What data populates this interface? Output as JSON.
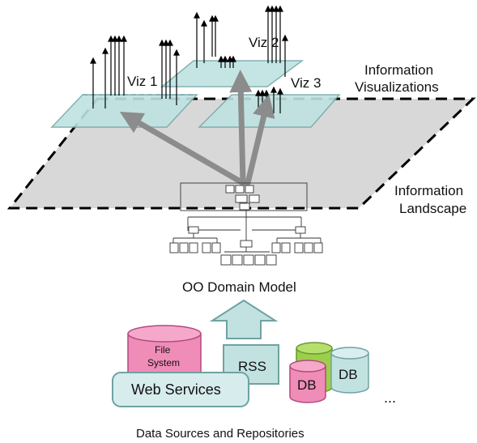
{
  "labels": {
    "viz1": "Viz 1",
    "viz2": "Viz 2",
    "viz3": "Viz 3",
    "info_vis_line1": "Information",
    "info_vis_line2": "Visualizations",
    "info_land_line1": "Information",
    "info_land_line2": "Landscape",
    "domain_model": "OO Domain Model",
    "file_system_line1": "File",
    "file_system_line2": "System",
    "rss": "RSS",
    "db1": "DB",
    "db2": "DB",
    "web_services": "Web Services",
    "ellipsis": "...",
    "data_sources": "Data Sources and Repositories"
  },
  "colors": {
    "plane_fill": "#d8d8d8",
    "viz_fill": "#bfe3e3",
    "viz_stroke": "#79a9a9",
    "arrow_gray": "#8c8c8c",
    "pink_fill": "#f08cb8",
    "pink_stroke": "#b04a7e",
    "teal_fill": "#c2e2e2",
    "teal_stroke": "#6fa2a2",
    "green_fill": "#9bcf4a",
    "green_stroke": "#6a9630"
  },
  "icons": {
    "domain_model": "uml-class-diagram-icon",
    "data_source": "database-cylinder-icon",
    "up_arrow": "block-up-arrow-icon"
  }
}
